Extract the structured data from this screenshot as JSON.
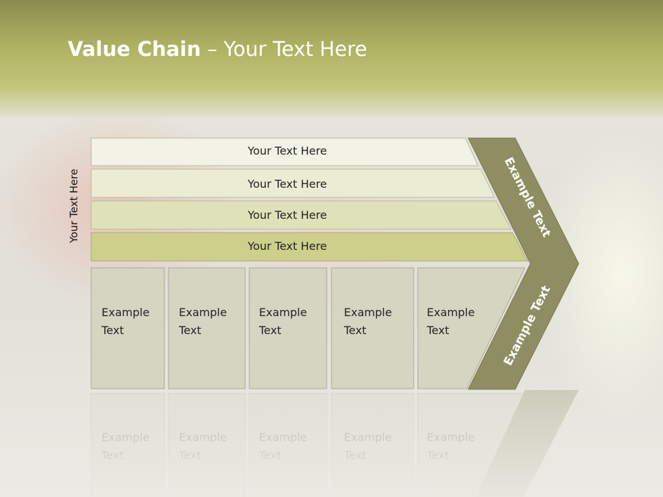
{
  "slide": {
    "title_bold": "Value Chain",
    "title_rest": " – Your Text Here",
    "side_label": "Your Text Here"
  },
  "bars": [
    {
      "label": "Your Text Here"
    },
    {
      "label": "Your Text Here"
    },
    {
      "label": "Your Text Here"
    },
    {
      "label": "Your Text Here"
    }
  ],
  "boxes": [
    {
      "line1": "Example",
      "line2": "Text"
    },
    {
      "line1": "Example",
      "line2": "Text"
    },
    {
      "line1": "Example",
      "line2": "Text"
    },
    {
      "line1": "Example",
      "line2": "Text"
    },
    {
      "line1": "Example",
      "line2": "Text"
    }
  ],
  "chevron": {
    "upper_label": "Example Text",
    "lower_label": "Example Text"
  },
  "colors": {
    "header": "#aeb262",
    "chevron": "#8e8e62",
    "bar_1": "#f2f3e6",
    "bar_2": "#ebecd4",
    "bar_3": "#dfe1b8",
    "bar_4": "#cdd08b",
    "box": "#d6d5c2"
  }
}
